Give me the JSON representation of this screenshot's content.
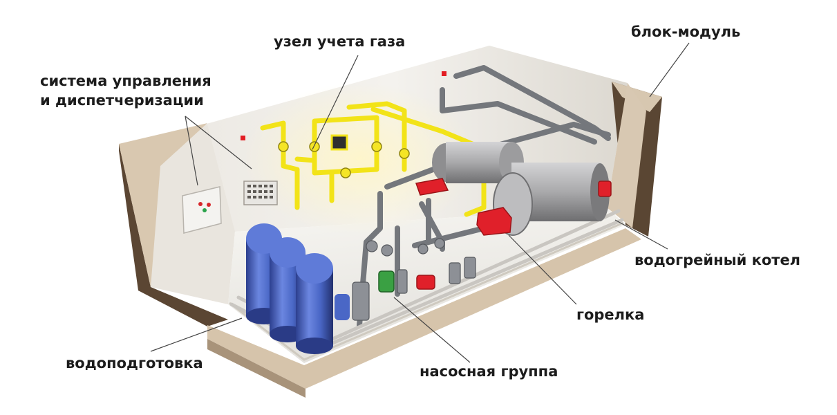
{
  "labels": {
    "control_system_line1": "система управления",
    "control_system_line2": "и диспетчеризации",
    "gas_metering": "узел учета газа",
    "block_module": "блок-модуль",
    "hot_water_boiler": "водогрейный котел",
    "burner": "горелка",
    "pump_group": "насосная группа",
    "water_treatment": "водоподготовка"
  },
  "colors": {
    "gas_pipe": "#f2e318",
    "burner": "#e0202a",
    "tanks": "#4a67c6",
    "walls": "#d8c8b2",
    "floor": "#efeeea",
    "boiler": "#a9a9ab",
    "water_filter": "#3aa043"
  }
}
